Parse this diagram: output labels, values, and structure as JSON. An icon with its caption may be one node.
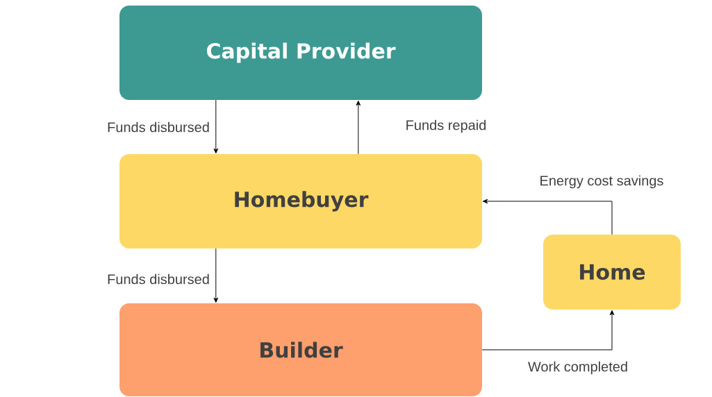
{
  "diagram": {
    "nodes": [
      {
        "text": [
          "Capital Provider"
        ]
      },
      {
        "text": [
          "Homebuyer"
        ]
      },
      {
        "text": [
          "Builder"
        ]
      },
      {
        "text": [
          "Home"
        ]
      }
    ],
    "edges": [
      {
        "from": 0,
        "to": 1,
        "arrow": "to",
        "label": "Funds disbursed"
      },
      {
        "from": 1,
        "to": 0,
        "arrow": "to",
        "label": "Funds repaid"
      },
      {
        "from": 3,
        "to": 1,
        "arrow": "to",
        "label": "Energy cost savings"
      },
      {
        "from": 1,
        "to": 2,
        "arrow": "to",
        "label": "Funds disbursed"
      },
      {
        "from": 2,
        "to": 3,
        "arrow": "to",
        "label": "Work completed"
      }
    ]
  }
}
